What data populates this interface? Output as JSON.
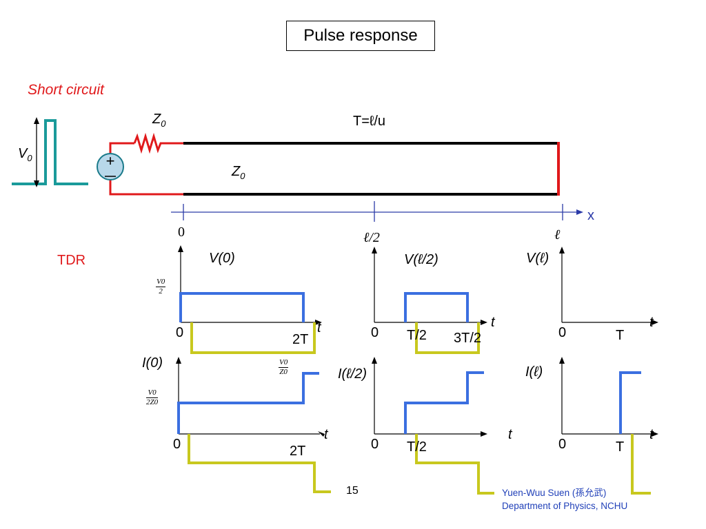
{
  "title": "Pulse response",
  "labels": {
    "short_circuit": "Short circuit",
    "z0_top": "Z",
    "z0_top_sub": "0",
    "z0_line": "Z",
    "z0_line_sub": "0",
    "v0": "V",
    "v0_sub": "0",
    "delay": "T=ℓ/u",
    "x_axis": "x",
    "tdr": "TDR",
    "pos_0": "0",
    "pos_half": "ℓ/2",
    "pos_l": "ℓ"
  },
  "plots": {
    "v0": {
      "ylabel": "V(0)",
      "tick_2t": "2T",
      "origin": "0",
      "t": "t",
      "frac_num": "V0",
      "frac_den": "2"
    },
    "vhalf": {
      "ylabel": "V(ℓ/2)",
      "tick_a": "T/2",
      "tick_b": "3T/2",
      "origin": "0",
      "t": "t"
    },
    "vl": {
      "ylabel": "V(ℓ)",
      "tick_a": "T",
      "origin": "0",
      "t": "t"
    },
    "i0": {
      "ylabel": "I(0)",
      "tick_2t": "2T",
      "origin": "0",
      "t": "t",
      "frac1_num": "V0",
      "frac1_den": "Z0",
      "frac2_num": "V0",
      "frac2_den": "2Z0"
    },
    "ihalf": {
      "ylabel": "I(ℓ/2)",
      "tick_a": "T/2",
      "origin": "0",
      "t": "t"
    },
    "il": {
      "ylabel": "I(ℓ)",
      "tick_a": "T",
      "origin": "0",
      "t": "t"
    }
  },
  "page_number": "15",
  "footer": {
    "author": "Yuen-Wuu Suen (孫允武)",
    "department": "Department of Physics, NCHU"
  },
  "colors": {
    "incident": "#3b6fe0",
    "reflected": "#c8c81e",
    "source_pulse": "#1a9a9a",
    "wire_red": "#e0191b",
    "axis_blue": "#2b3aa8"
  }
}
